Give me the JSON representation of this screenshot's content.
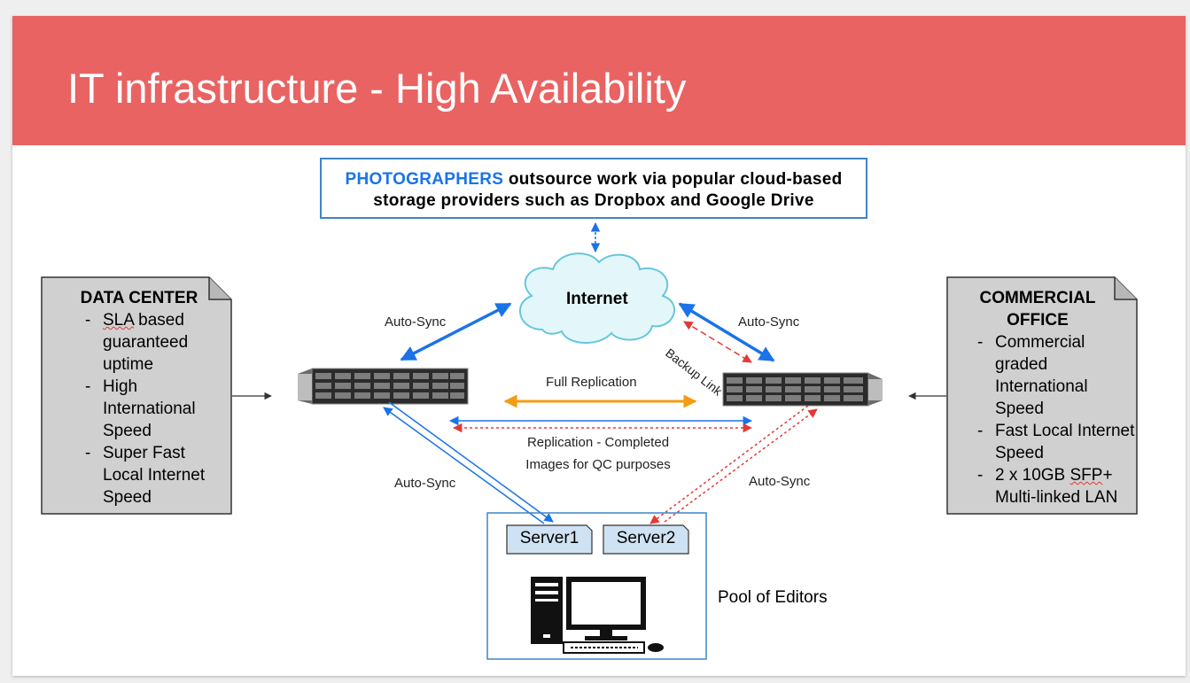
{
  "slide": {
    "title": "IT infrastructure - High Availability"
  },
  "photographers": {
    "highlight": "PHOTOGRAPHERS",
    "line1_rest": " outsource work via popular cloud-based",
    "line2": "storage providers such as Dropbox and Google Drive"
  },
  "cloud": {
    "label": "Internet"
  },
  "data_center": {
    "title": "DATA CENTER",
    "items": [
      {
        "pre": "",
        "mark": "SLA",
        "post": " based guaranteed uptime"
      },
      {
        "pre": "High International Speed",
        "mark": "",
        "post": ""
      },
      {
        "pre": "Super Fast Local Internet Speed",
        "mark": "",
        "post": ""
      }
    ]
  },
  "commercial_office": {
    "title_line1": "COMMERCIAL",
    "title_line2": "OFFICE",
    "items": [
      {
        "pre": "Commercial graded International Speed",
        "mark": "",
        "post": ""
      },
      {
        "pre": "Fast Local Internet Speed",
        "mark": "",
        "post": ""
      },
      {
        "pre": "2 x 10GB ",
        "mark": "SFP",
        "post": "+ Multi-linked LAN"
      }
    ]
  },
  "labels": {
    "auto_sync_left_top": "Auto-Sync",
    "auto_sync_right_top": "Auto-Sync",
    "backup_link": "Backup Link",
    "full_replication": "Full Replication",
    "replication_line1": "Replication -  Completed",
    "replication_line2": "Images for QC purposes",
    "auto_sync_left_bottom": "Auto-Sync",
    "auto_sync_right_bottom": "Auto-Sync"
  },
  "editors": {
    "server1": "Server1",
    "server2": "Server2",
    "pool_label": "Pool of Editors"
  },
  "colors": {
    "title_bar": "#e96363",
    "blue_arrow": "#1a73e8",
    "orange_arrow": "#f39c12",
    "red_dashed": "#e53935",
    "note_fill": "#d0d0d0",
    "server_tab_fill": "#cfe2f3"
  },
  "icons": {
    "left_storage": "rack-server-icon",
    "right_storage": "rack-server-icon",
    "workstation": "desktop-computer-icon"
  }
}
